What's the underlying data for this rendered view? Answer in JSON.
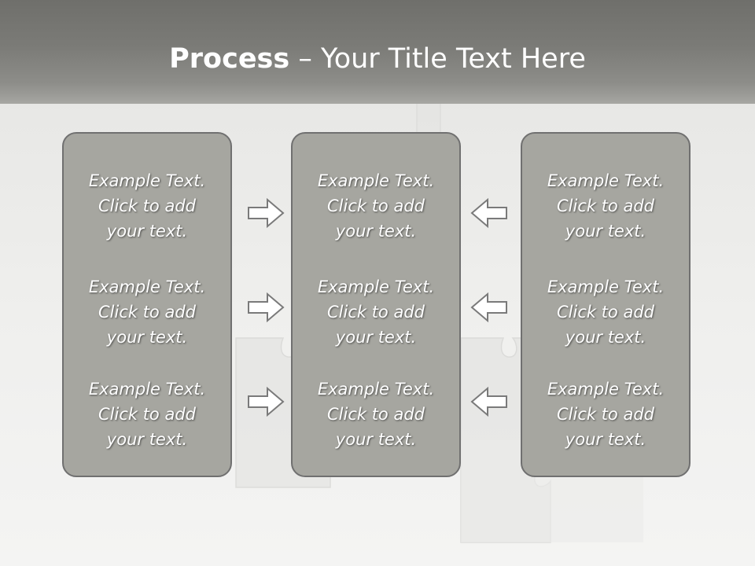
{
  "title": {
    "bold": "Process",
    "rest": " – Your Title Text Here"
  },
  "columns": [
    {
      "items": [
        {
          "l1": "Example Text.",
          "l2": "Click  to add",
          "l3": "your text."
        },
        {
          "l1": "Example Text.",
          "l2": "Click  to add",
          "l3": "your text."
        },
        {
          "l1": "Example Text.",
          "l2": "Click  to add",
          "l3": "your text."
        }
      ]
    },
    {
      "items": [
        {
          "l1": "Example Text.",
          "l2": "Click  to add",
          "l3": "your text."
        },
        {
          "l1": "Example Text.",
          "l2": "Click  to add",
          "l3": "your text."
        },
        {
          "l1": "Example Text.",
          "l2": "Click  to add",
          "l3": "your text."
        }
      ]
    },
    {
      "items": [
        {
          "l1": "Example Text.",
          "l2": "Click  to add",
          "l3": "your text."
        },
        {
          "l1": "Example Text.",
          "l2": "Click  to add",
          "l3": "your text."
        },
        {
          "l1": "Example Text.",
          "l2": "Click  to add",
          "l3": "your text."
        }
      ]
    }
  ],
  "icons": {
    "left_arrows": "arrow-right-icon",
    "right_arrows": "arrow-left-icon"
  },
  "colors": {
    "title_band": "#7b7b77",
    "box_fill": "#a6a6a0",
    "box_border": "#707070",
    "arrow_fill": "#ffffff",
    "arrow_stroke": "#7a7a7a",
    "text": "#ffffff"
  }
}
